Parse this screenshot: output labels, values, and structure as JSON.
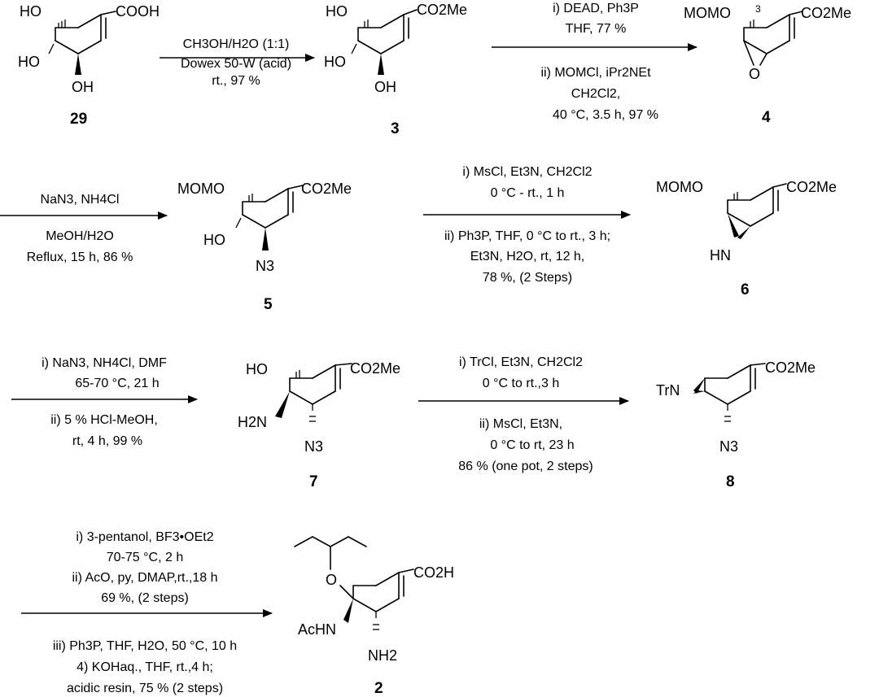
{
  "colors": {
    "ink": "#000000",
    "background": "#ffffff"
  },
  "compounds": {
    "c29": {
      "number": "29",
      "cooh": "COOH",
      "ho1": "HO",
      "ho2": "HO",
      "oh": "OH"
    },
    "c3": {
      "number": "3",
      "ester": "CO2Me",
      "ho1": "HO",
      "ho2": "HO",
      "oh": "OH"
    },
    "c4": {
      "number": "4",
      "ester": "CO2Me",
      "momo": "MOMO",
      "locant": "3",
      "o": "O"
    },
    "c5": {
      "number": "5",
      "ester": "CO2Me",
      "momo": "MOMO",
      "ho": "HO",
      "n3": "N3"
    },
    "c6": {
      "number": "6",
      "ester": "CO2Me",
      "momo": "MOMO",
      "hn": "HN"
    },
    "c7": {
      "number": "7",
      "ester": "CO2Me",
      "ho": "HO",
      "nh2": "H2N",
      "n3": "N3"
    },
    "c8": {
      "number": "8",
      "ester": "CO2Me",
      "trn": "TrN",
      "n3": "N3"
    },
    "c2": {
      "number": "2",
      "acid": "CO2H",
      "o": "O",
      "achn": "AcHN",
      "nh2": "NH2"
    }
  },
  "steps": {
    "s1": {
      "top": "CH3OH/H2O (1:1)",
      "mid": "Dowex 50-W (acid)",
      "bottom": "rt., 97 %"
    },
    "s2": {
      "l1": "i) DEAD, Ph3P",
      "l2": "THF, 77 %",
      "l3": "ii) MOMCl, iPr2NEt",
      "l4": "CH2Cl2,",
      "l5": "40 °C, 3.5 h, 97 %"
    },
    "s3": {
      "l1": "NaN3, NH4Cl",
      "l2": "MeOH/H2O",
      "l3": "Reflux, 15 h, 86 %"
    },
    "s4": {
      "l1": "i) MsCl, Et3N, CH2Cl2",
      "l2": "0 °C - rt., 1 h",
      "l3": "ii) Ph3P, THF, 0 °C to rt., 3 h;",
      "l4": "Et3N, H2O, rt, 12 h,",
      "l5": "78 %, (2 Steps)"
    },
    "s5": {
      "l1": "i)  NaN3, NH4Cl, DMF",
      "l2": "65-70 °C, 21 h",
      "l3": "ii) 5 % HCl-MeOH,",
      "l4": "rt, 4 h, 99 %"
    },
    "s6": {
      "l1": "i) TrCl, Et3N, CH2Cl2",
      "l2": "0 °C to rt.,3 h",
      "l3": "ii) MsCl, Et3N,",
      "l4": "0 °C to rt, 23 h",
      "l5": "86 % (one pot, 2 steps)"
    },
    "s7": {
      "l1": "i) 3-pentanol, BF3•OEt2",
      "l2": "70-75 °C, 2 h",
      "l3": "ii) AcO, py, DMAP,rt.,18 h",
      "l4": "69 %, (2 steps)",
      "l5": "iii) Ph3P, THF, H2O, 50 °C, 10 h",
      "l6": "4) KOHaq., THF, rt.,4 h;",
      "l7": "acidic resin, 75 % (2 steps)"
    }
  }
}
